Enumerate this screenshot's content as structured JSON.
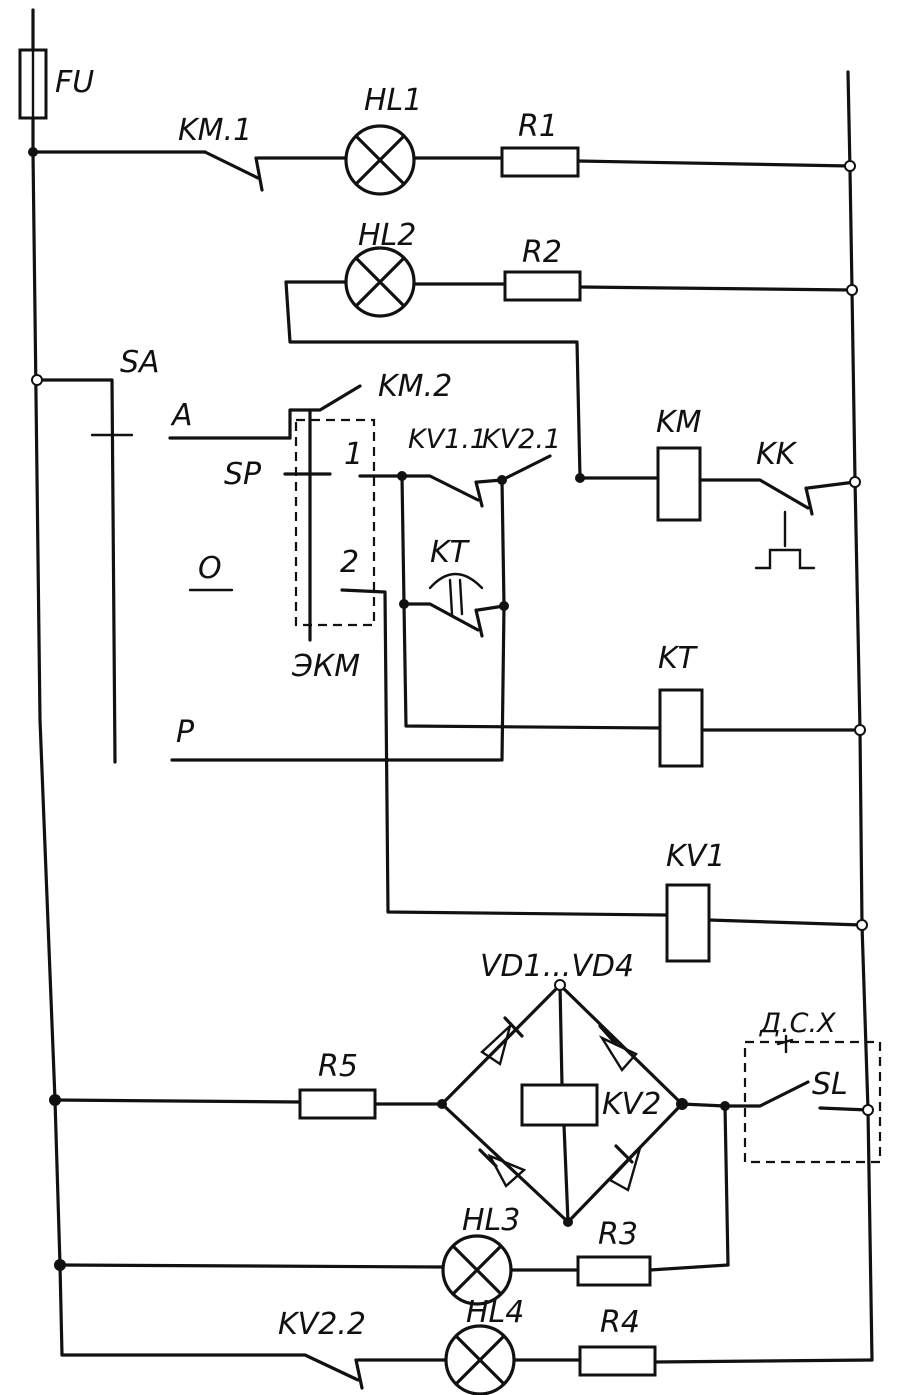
{
  "labels": {
    "fu": "FU",
    "km1": "KM.1",
    "hl1": "HL1",
    "r1": "R1",
    "hl2": "HL2",
    "r2": "R2",
    "sa": "SA",
    "km2": "KM.2",
    "a": "A",
    "sp": "SP",
    "n1": "1",
    "n2": "2",
    "kv11": "KV1.1",
    "kv21": "KV2.1",
    "km": "KM",
    "kk": "KK",
    "kt_contact": "KT",
    "o": "O",
    "ekm": "ЭКМ",
    "kt_coil": "KT",
    "p": "P",
    "kv1": "KV1",
    "vd": "VD1...VD4",
    "r5": "R5",
    "kv2": "KV2",
    "dsx": "Д.С.Х",
    "sl": "SL",
    "hl3": "HL3",
    "r3": "R3",
    "kv22": "KV2.2",
    "hl4": "HL4",
    "r4": "R4"
  }
}
